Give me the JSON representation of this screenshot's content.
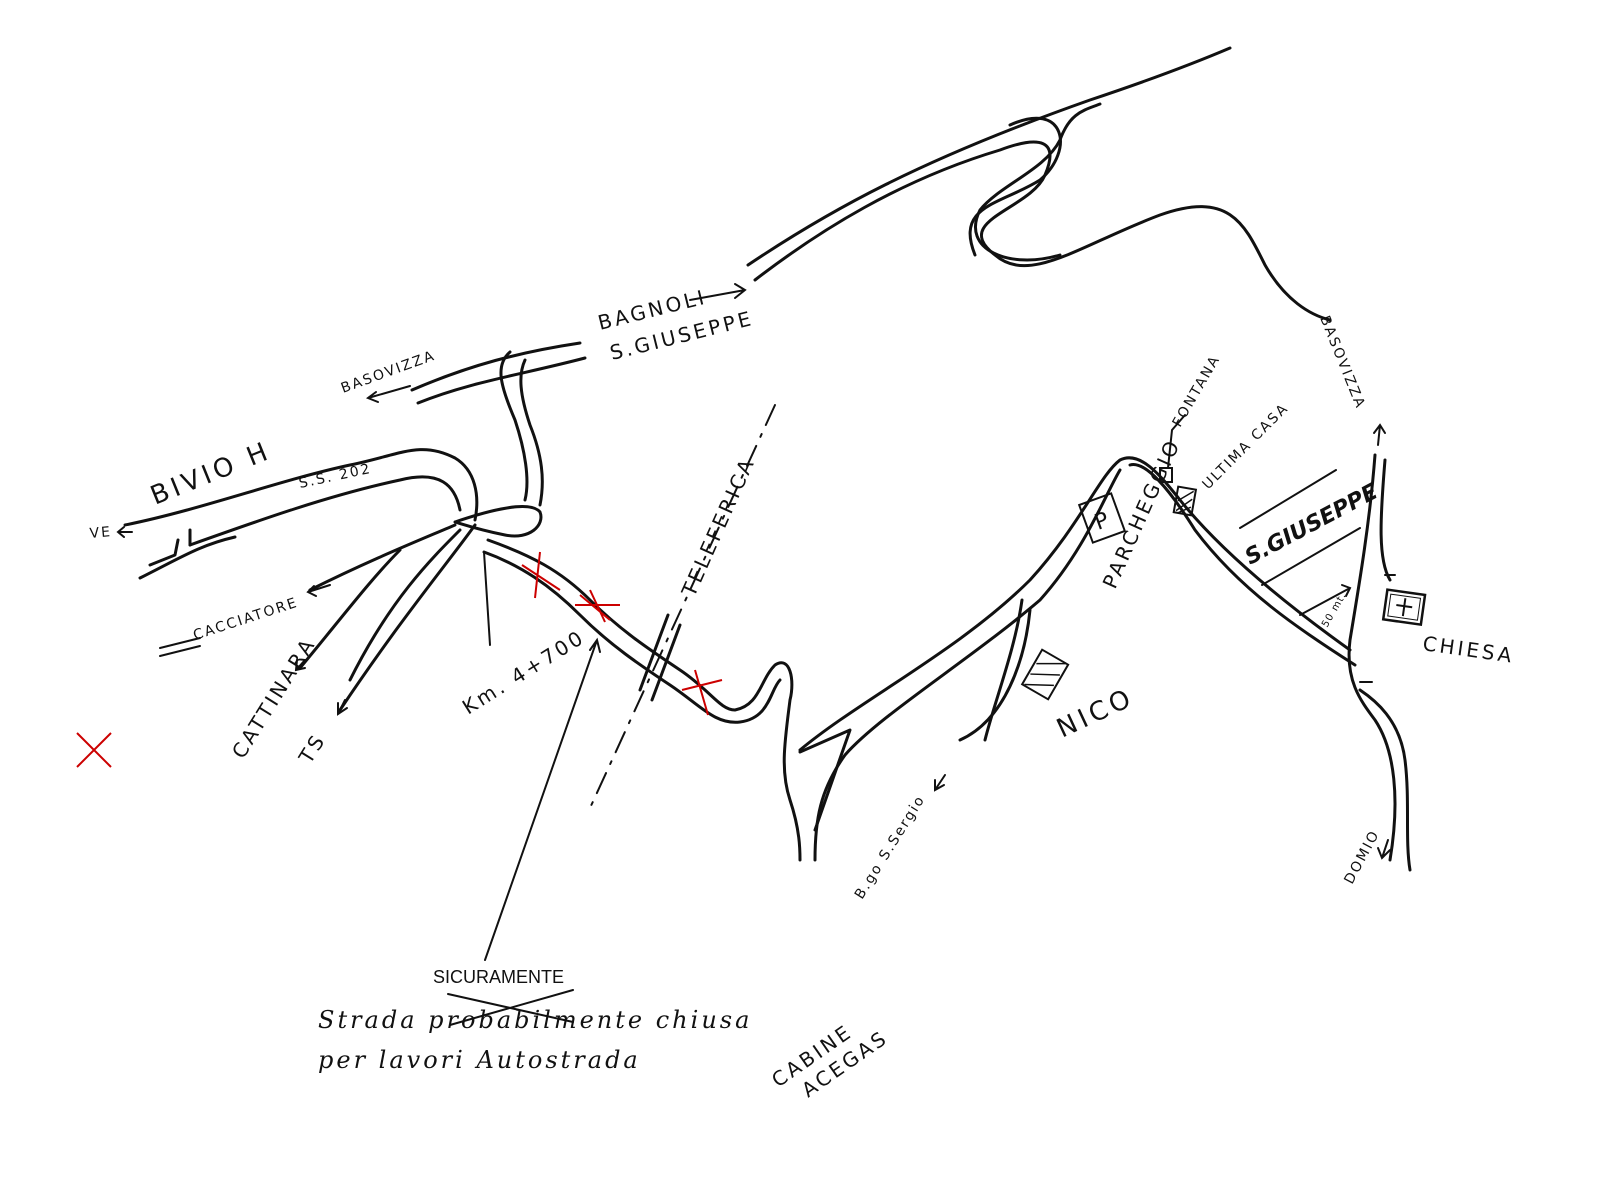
{
  "labels": {
    "bagnoli": "BAGNOLI",
    "s_giuseppe_dest": "S.GIUSEPPE",
    "basovizza_left": "BASOVIZZA",
    "bivio_h": "BIVIO H",
    "ss_202": "S.S. 202",
    "ve": "VE",
    "cacciatore": "CACCIATORE",
    "cattinara": "CATTINARA",
    "ts": "TS",
    "km": "Km. 4+700",
    "teleferica": "TELEFERICA",
    "parcheggio": "PARCHEGGIO",
    "parking_symbol": "P",
    "nico": "NICO",
    "borgo_s_sergio": "B.go S.Sergio",
    "fontana": "FONTANA",
    "ultima_casa": "ULTIMA CASA",
    "basovizza_right": "BASOVIZZA",
    "s_giuseppe_village": "S.GIUSEPPE",
    "distance": "50 mt.",
    "chiesa": "CHIESA",
    "domio": "DOMIO",
    "cabine_line1": "CABINE",
    "cabine_line2": "ACEGAS"
  },
  "note": {
    "correction": "SICURAMENTE",
    "line1_start": "Strada pro",
    "line1_struck": "babilmente",
    "line1_end": " chiusa",
    "line2": "per lavori Autostrada"
  },
  "colors": {
    "ink": "#111111",
    "closure_mark": "#cc0000",
    "background": "#ffffff"
  },
  "icons": {
    "closure": "red-x-icon",
    "church": "church-cross-icon",
    "parking": "parking-icon",
    "building": "hatched-building-icon",
    "fountain": "square-icon"
  }
}
